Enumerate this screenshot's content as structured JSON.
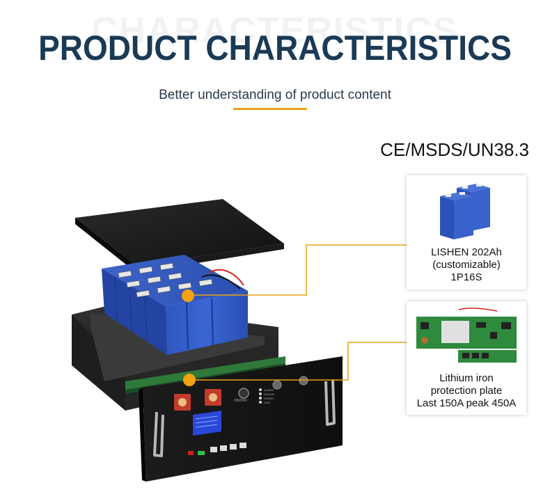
{
  "header": {
    "watermark": "CHARACTERISTICS",
    "title": "PRODUCT CHARACTERISTICS",
    "subtitle": "Better understanding of product content"
  },
  "certification": "CE/MSDS/UN38.3",
  "cards": [
    {
      "lines": [
        "LISHEN 202Ah",
        "(customizable)",
        "1P16S"
      ],
      "icon": "battery-cell-icon"
    },
    {
      "lines": [
        "Lithium iron",
        "protection plate",
        "Last 150A peak 450A"
      ],
      "icon": "circuit-board-icon"
    }
  ],
  "panel": {
    "switch_label": "ON/OFF",
    "indicators": [
      "ALARM",
      "STATUS",
      "CHARG",
      "DISC"
    ]
  },
  "colors": {
    "title": "#1a3a55",
    "accent": "#e8a317",
    "cell_blue": "#2850b8",
    "case_black": "#1b1b1b"
  }
}
